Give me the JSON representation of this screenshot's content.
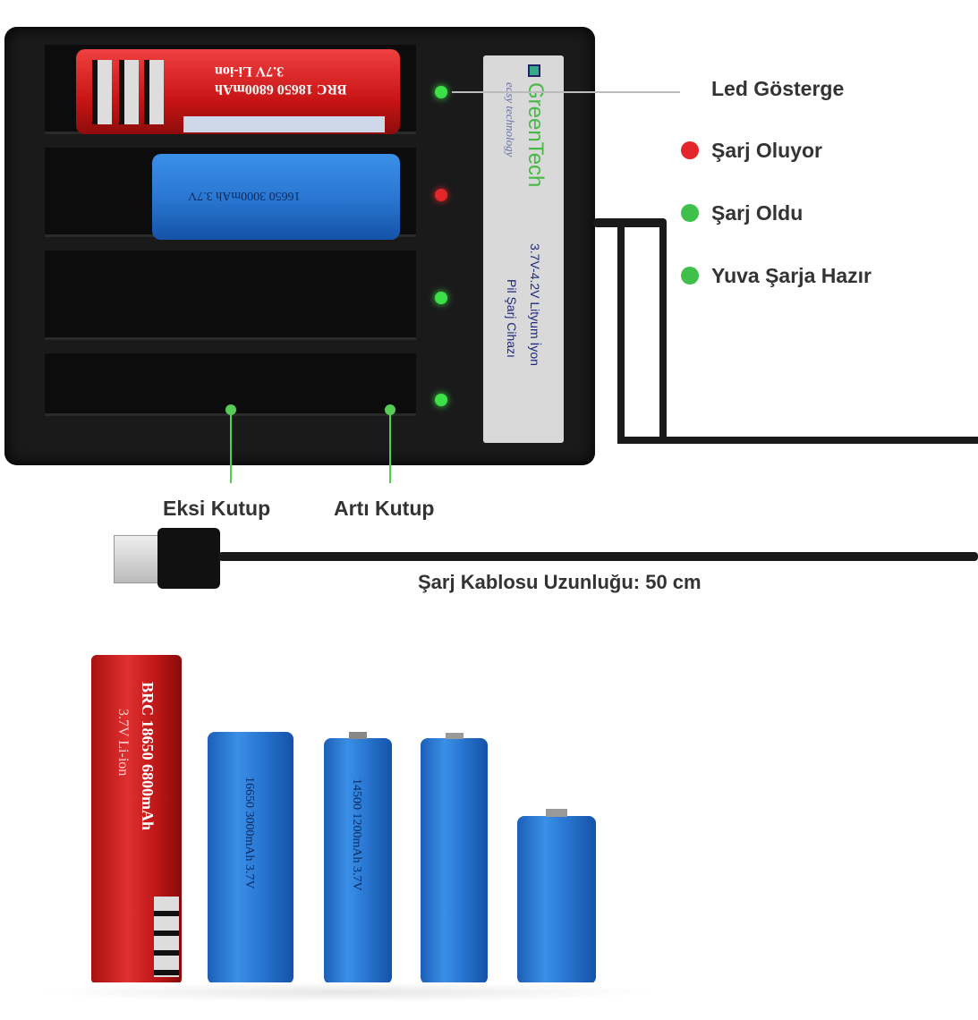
{
  "charger": {
    "brand": "GreenTech",
    "tagline": "easy technology",
    "model_text": "3.7V-4.2V Lityum İyon",
    "device_name": "Pil Şarj Cihazı",
    "slot_leds": [
      "green",
      "red",
      "green",
      "green"
    ],
    "batteries_in_slots": [
      {
        "label": "BRC 18650 6800mAh",
        "sub": "3.7V Li-ion"
      },
      {
        "label": "16650 3000mAh 3.7V"
      }
    ]
  },
  "legend": {
    "title": "Led Gösterge",
    "items": [
      {
        "label": "Şarj Oluyor",
        "color": "#e3262a"
      },
      {
        "label": "Şarj Oldu",
        "color": "#3ec04a"
      },
      {
        "label": "Yuva Şarja Hazır",
        "color": "#3ec04a"
      }
    ]
  },
  "terminals": {
    "negative": "Eksi Kutup",
    "positive": "Artı Kutup"
  },
  "cable": {
    "length_text": "Şarj Kablosu Uzunluğu: 50 cm"
  },
  "batteries": [
    {
      "label": "BRC 18650 6800mAh",
      "sub": "3.7V Li-ion",
      "color": "red"
    },
    {
      "label": "16650 3000mAh 3.7V",
      "color": "blue"
    },
    {
      "label": "14500 1200mAh 3.7V",
      "color": "blue"
    },
    {
      "label": "",
      "color": "blue"
    },
    {
      "label": "",
      "color": "blue"
    }
  ]
}
